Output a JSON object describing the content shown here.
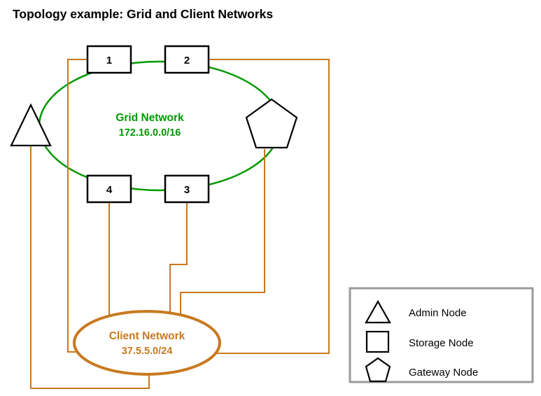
{
  "title": "Topology example: Grid and Client Networks",
  "colors": {
    "grid_green": "#009900",
    "client_orange": "#C8791E",
    "legend_gray": "#9B9B9B"
  },
  "grid_network": {
    "label": "Grid Network",
    "subnet": "172.16.0.0/16"
  },
  "client_network": {
    "label": "Client Network",
    "subnet": "37.5.5.0/24"
  },
  "storage_nodes": [
    {
      "label": "1"
    },
    {
      "label": "2"
    },
    {
      "label": "3"
    },
    {
      "label": "4"
    }
  ],
  "legend": {
    "items": [
      {
        "icon": "triangle-icon",
        "label": "Admin Node"
      },
      {
        "icon": "square-icon",
        "label": "Storage Node"
      },
      {
        "icon": "pentagon-icon",
        "label": "Gateway Node"
      }
    ]
  }
}
